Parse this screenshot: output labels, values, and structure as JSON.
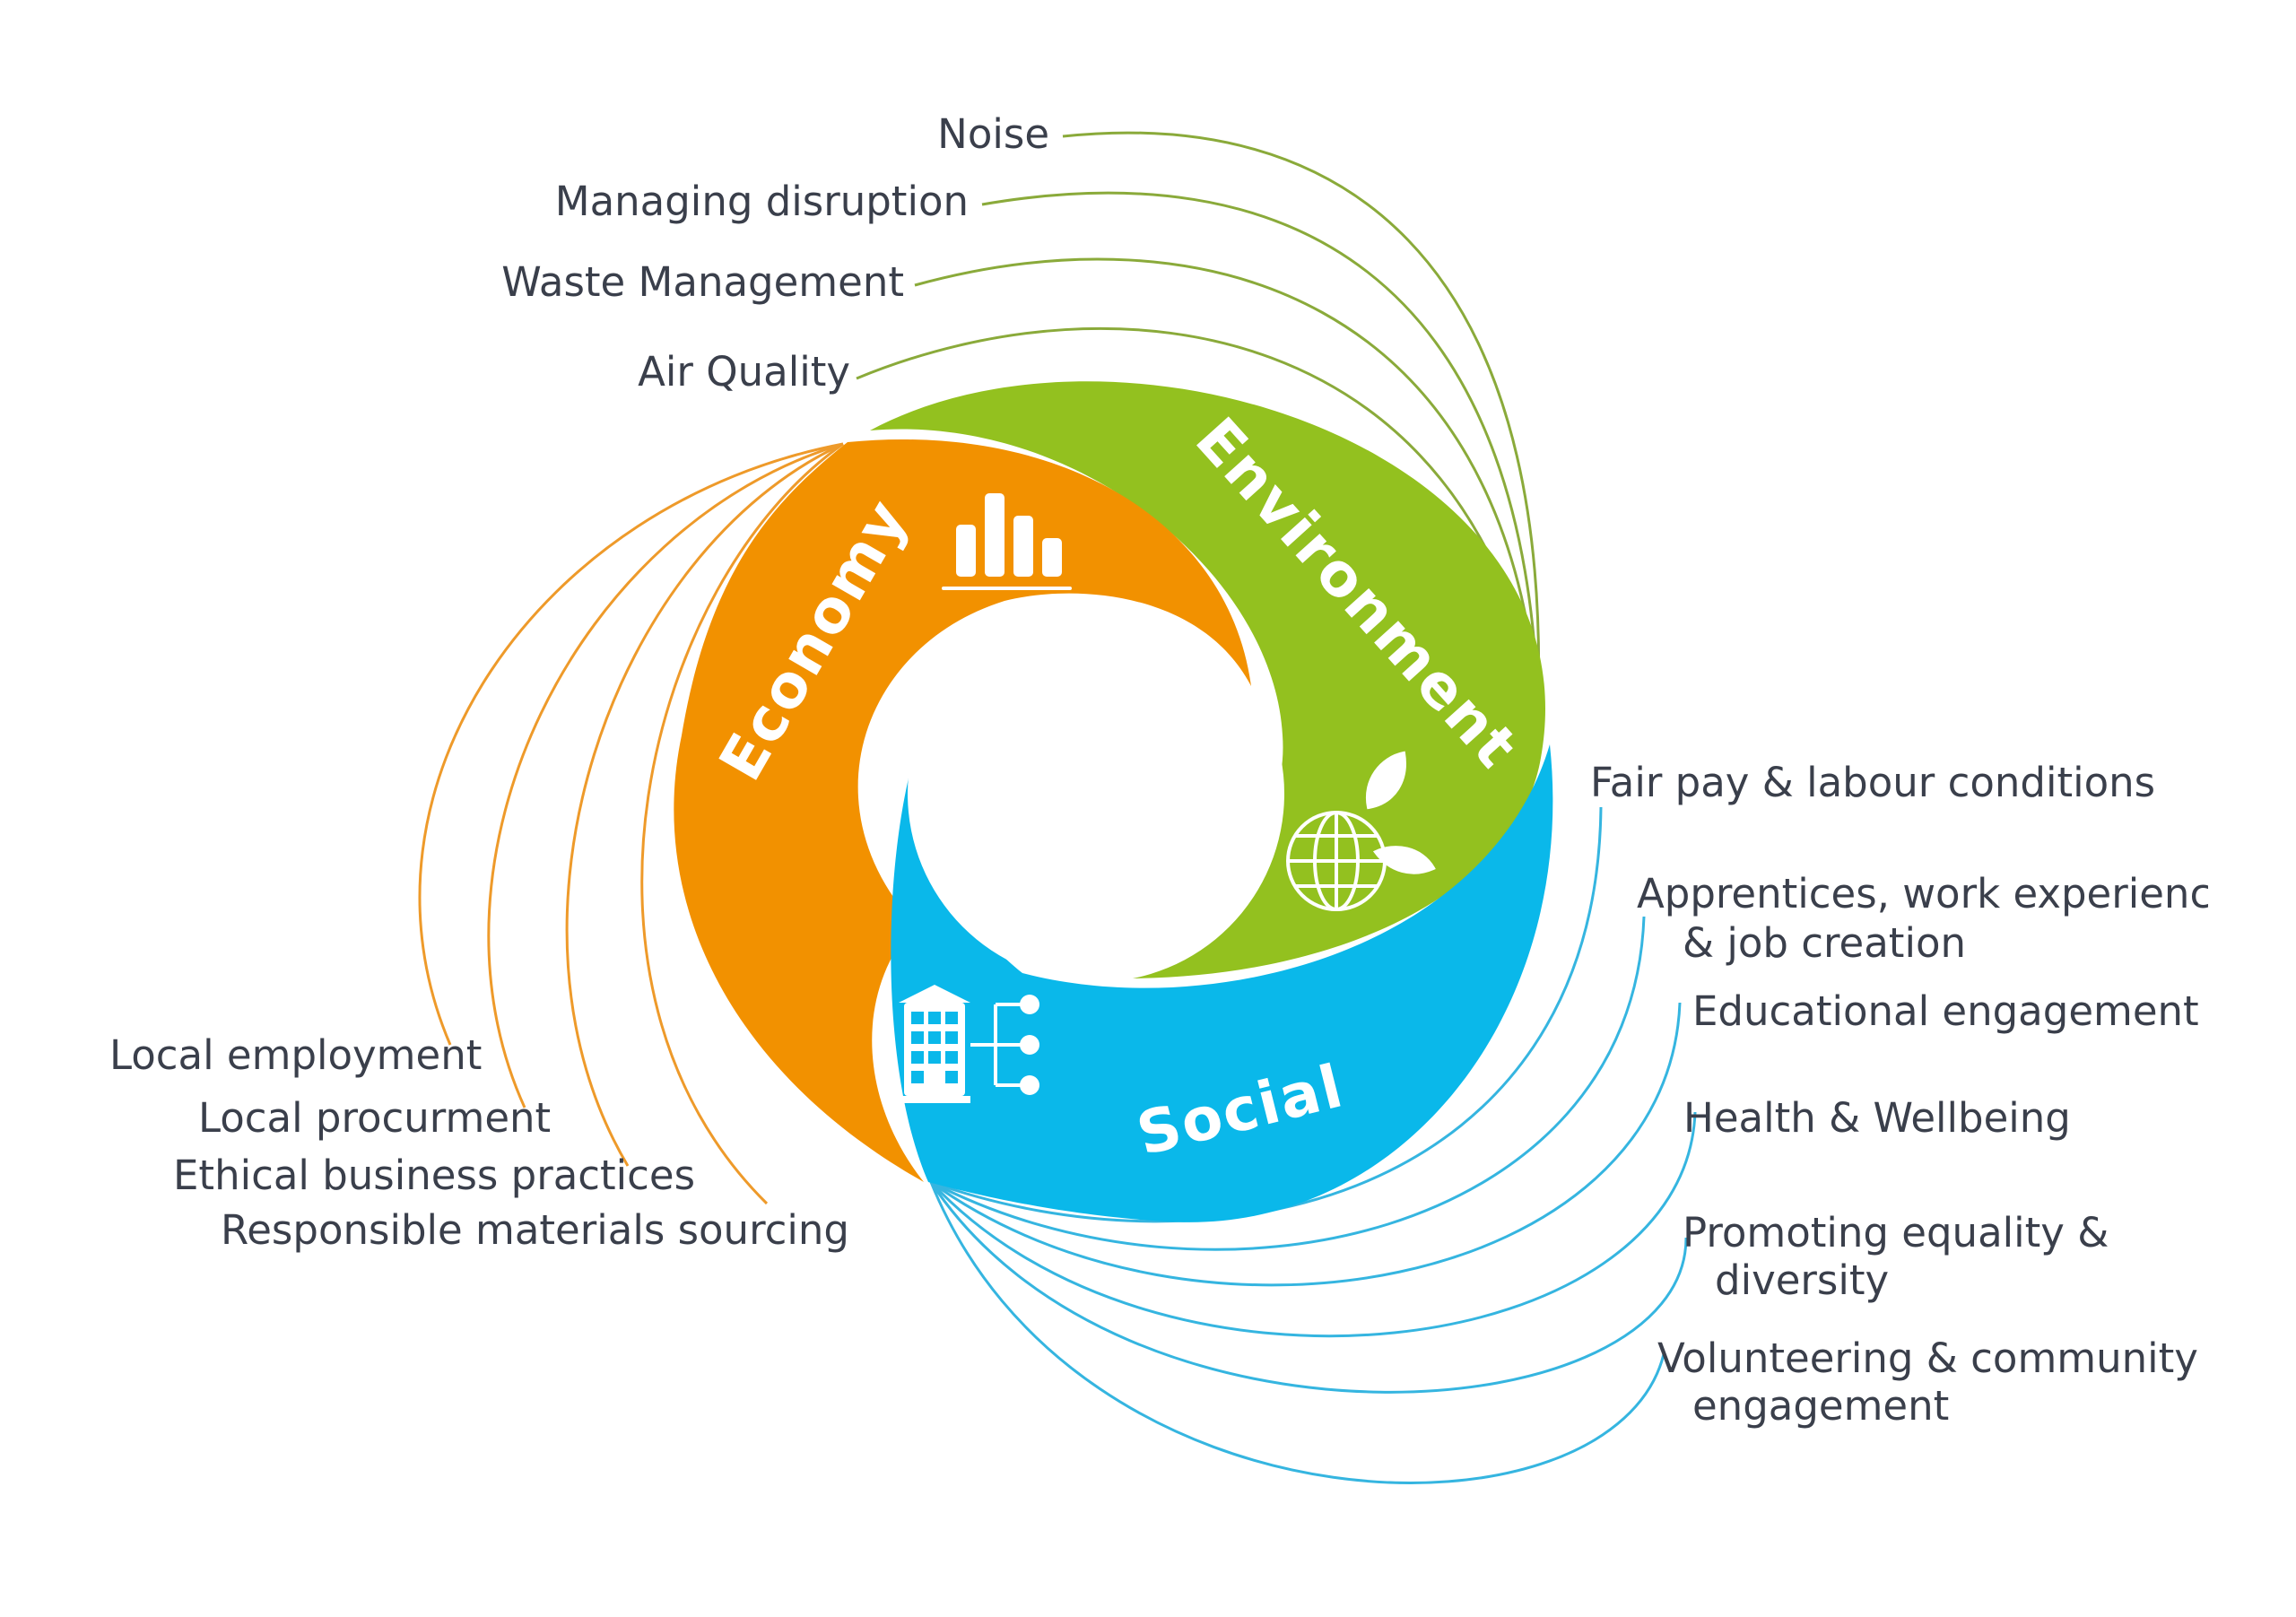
{
  "colors": {
    "environment": "#93c11f",
    "economy": "#f29100",
    "social": "#0ab8ea",
    "environment_line": "#8aaa3a",
    "economy_line": "#ee9a2a",
    "social_line": "#35b5e0",
    "text": "#3a3f4b"
  },
  "segments": {
    "environment": {
      "title": "Environment",
      "icon": "globe-leaf-icon",
      "items": [
        "Noise",
        "Managing disruption",
        "Waste Management",
        "Air Quality"
      ]
    },
    "economy": {
      "title": "Economy",
      "icon": "bar-chart-icon",
      "items": [
        "Local employment",
        "Local procurment",
        "Ethical business practices",
        "Responsible materials sourcing"
      ]
    },
    "social": {
      "title": "Social",
      "icon": "building-network-icon",
      "items": [
        {
          "line1": "Fair pay & labour conditions",
          "line2": ""
        },
        {
          "line1": "Apprentices, work experienc",
          "line2": "& job creation"
        },
        {
          "line1": "Educational engagement",
          "line2": ""
        },
        {
          "line1": "Health & Wellbeing",
          "line2": ""
        },
        {
          "line1": "Promoting equality &",
          "line2": "diversity"
        },
        {
          "line1": "Volunteering & community",
          "line2": "engagement"
        }
      ]
    }
  }
}
